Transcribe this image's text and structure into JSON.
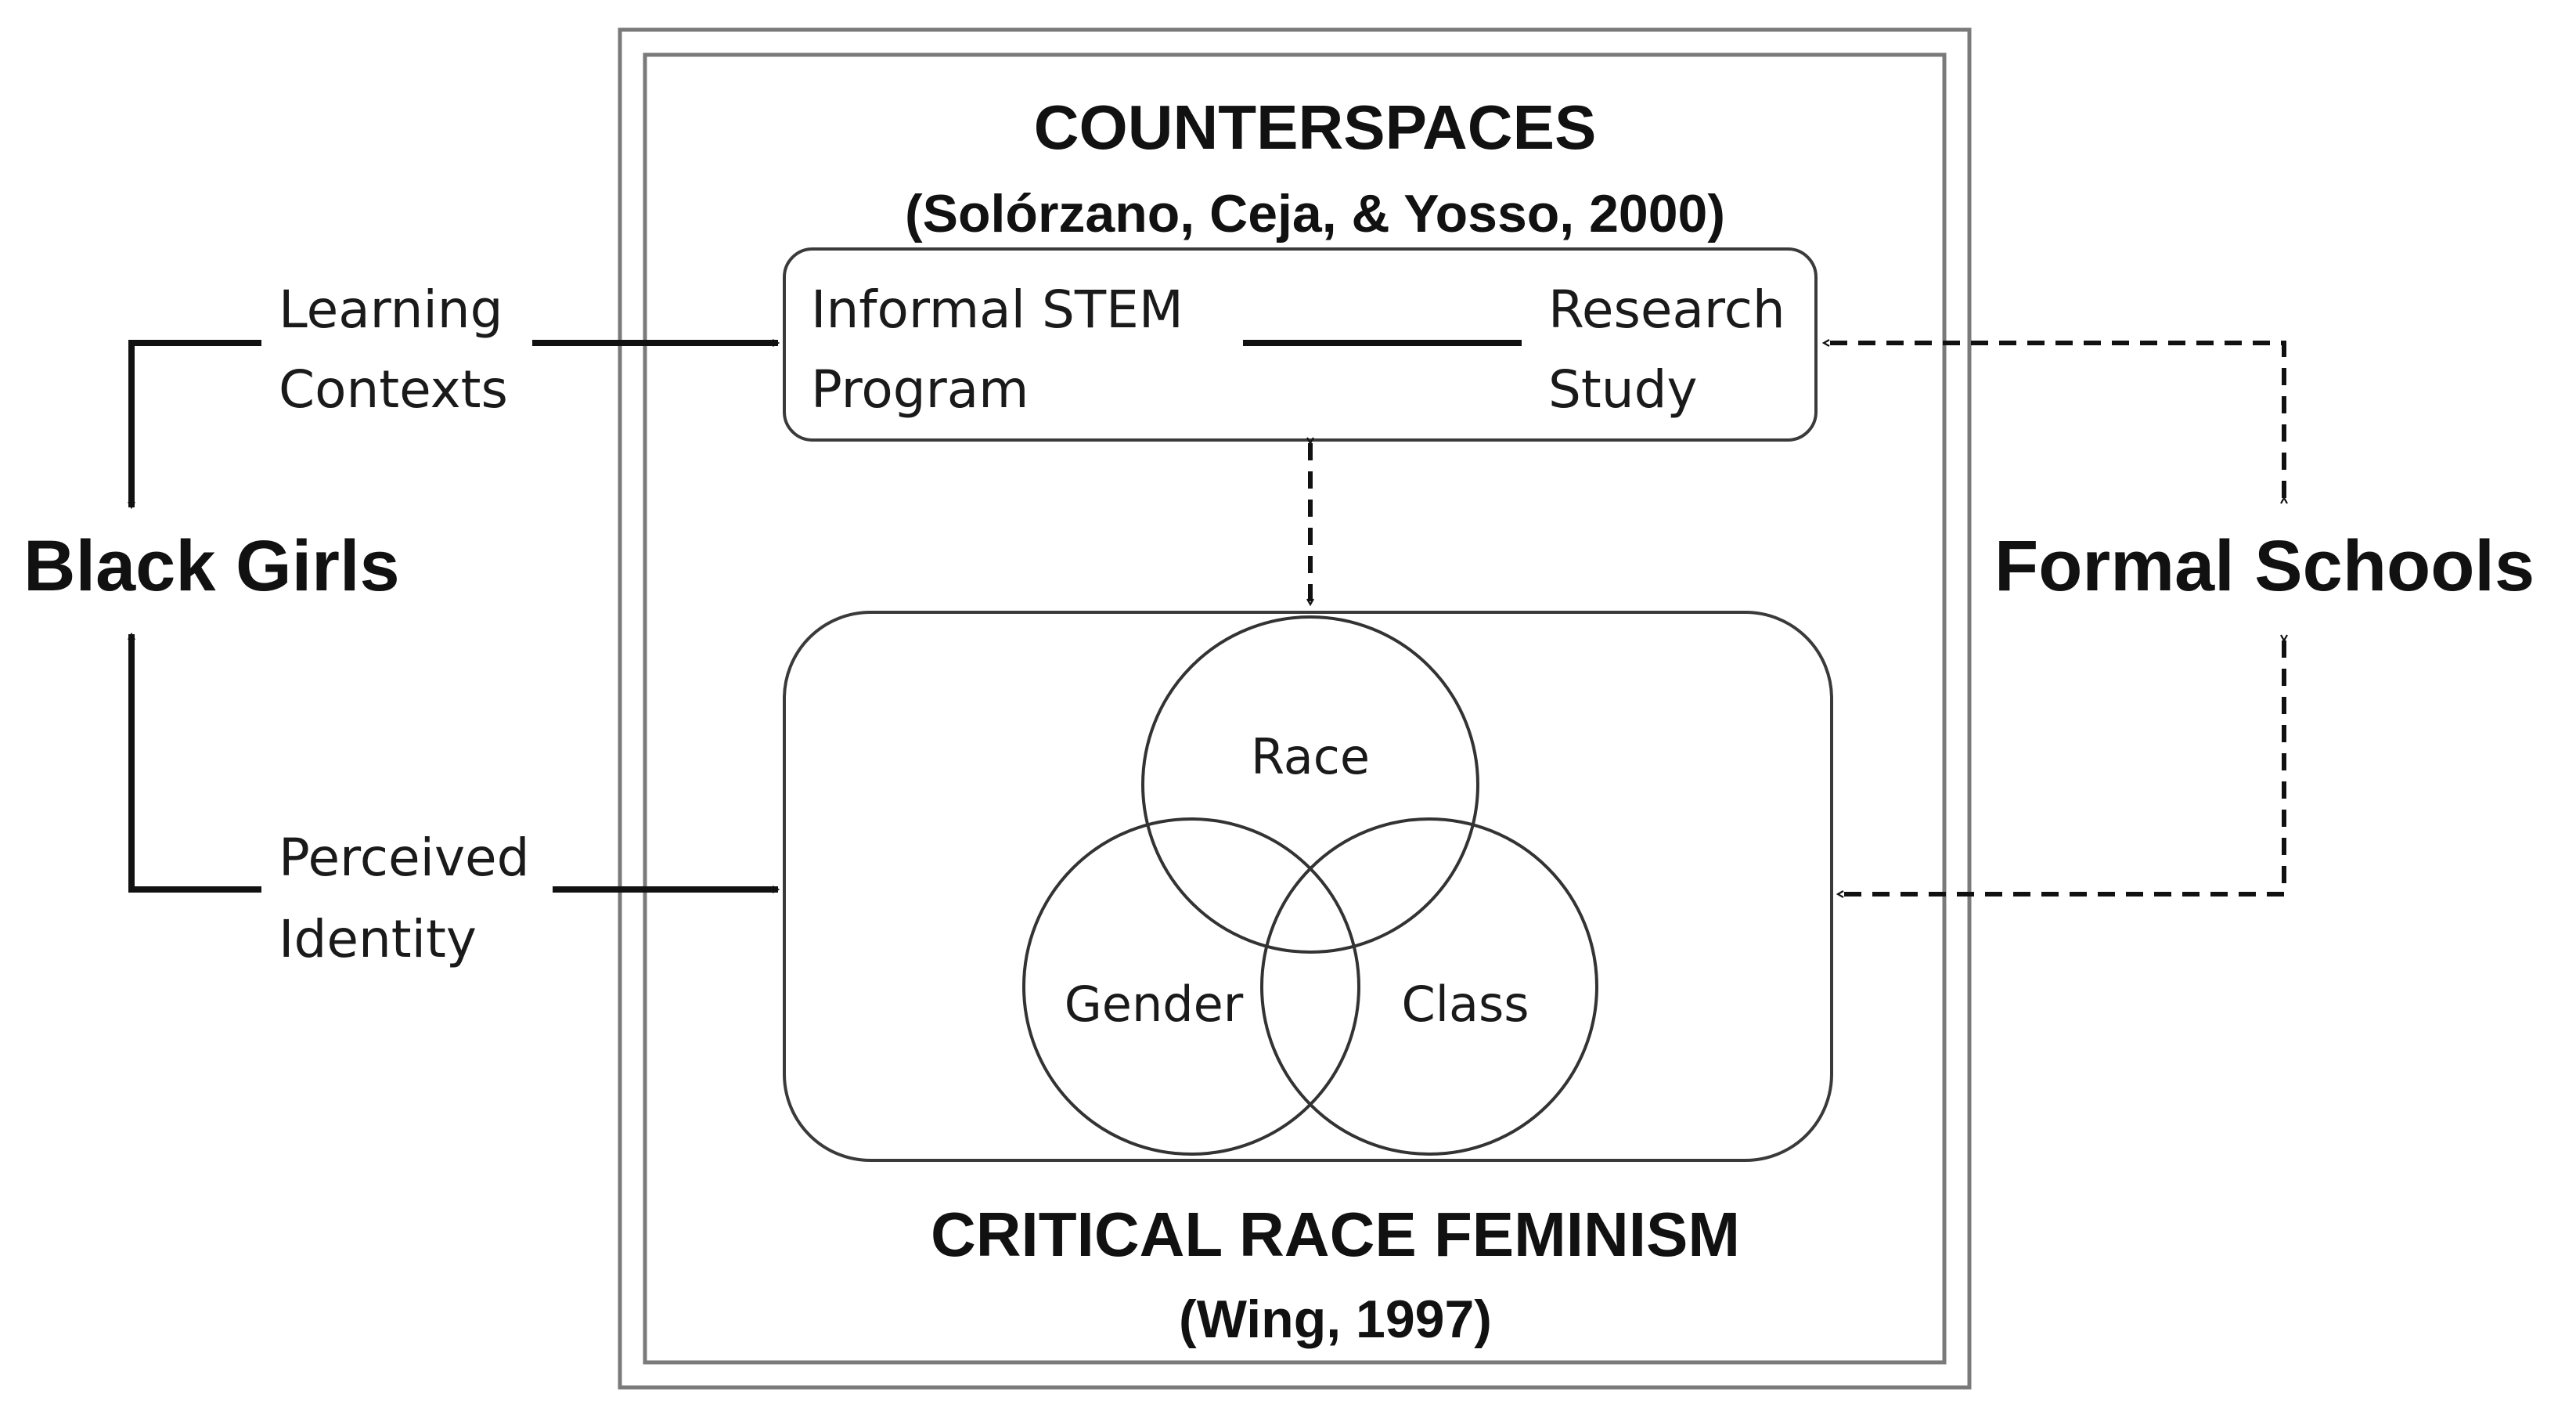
{
  "outer_frame": {
    "title": "COUNTERSPACES",
    "citation": "(Solórzano, Ceja, & Yosso, 2000)"
  },
  "top_box": {
    "left_label_line1": "Informal STEM",
    "left_label_line2": "Program",
    "right_label_line1": "Research",
    "right_label_line2": "Study"
  },
  "venn": {
    "circles": [
      "Race",
      "Gender",
      "Class"
    ]
  },
  "bottom_caption": {
    "title": "CRITICAL RACE FEMINISM",
    "citation": "(Wing, 1997)"
  },
  "left_entity": {
    "label": "Black Girls"
  },
  "right_entity": {
    "label": "Formal Schools"
  },
  "left_connections": [
    {
      "line1": "Learning",
      "line2": "Contexts"
    },
    {
      "line1": "Perceived",
      "line2": "Identity"
    }
  ]
}
